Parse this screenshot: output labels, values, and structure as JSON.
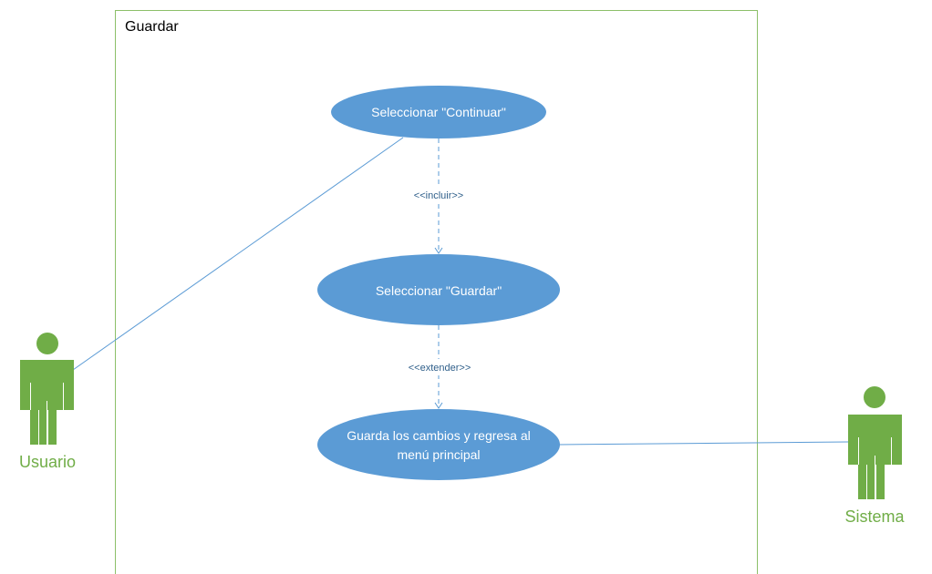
{
  "colors": {
    "boundary": "#8cc069",
    "usecase_fill": "#5b9bd5",
    "line": "#5b9bd5",
    "actor": "#70ad47"
  },
  "system": {
    "title": "Guardar"
  },
  "usecases": {
    "continuar": "Seleccionar \"Continuar\"",
    "guardar": "Seleccionar \"Guardar\"",
    "guarda_line1": "Guarda los cambios y regresa al",
    "guarda_line2": "menú principal"
  },
  "relations": {
    "incluir": "<<incluir>>",
    "extender": "<<extender>>"
  },
  "actors": {
    "usuario": "Usuario",
    "sistema": "Sistema"
  }
}
